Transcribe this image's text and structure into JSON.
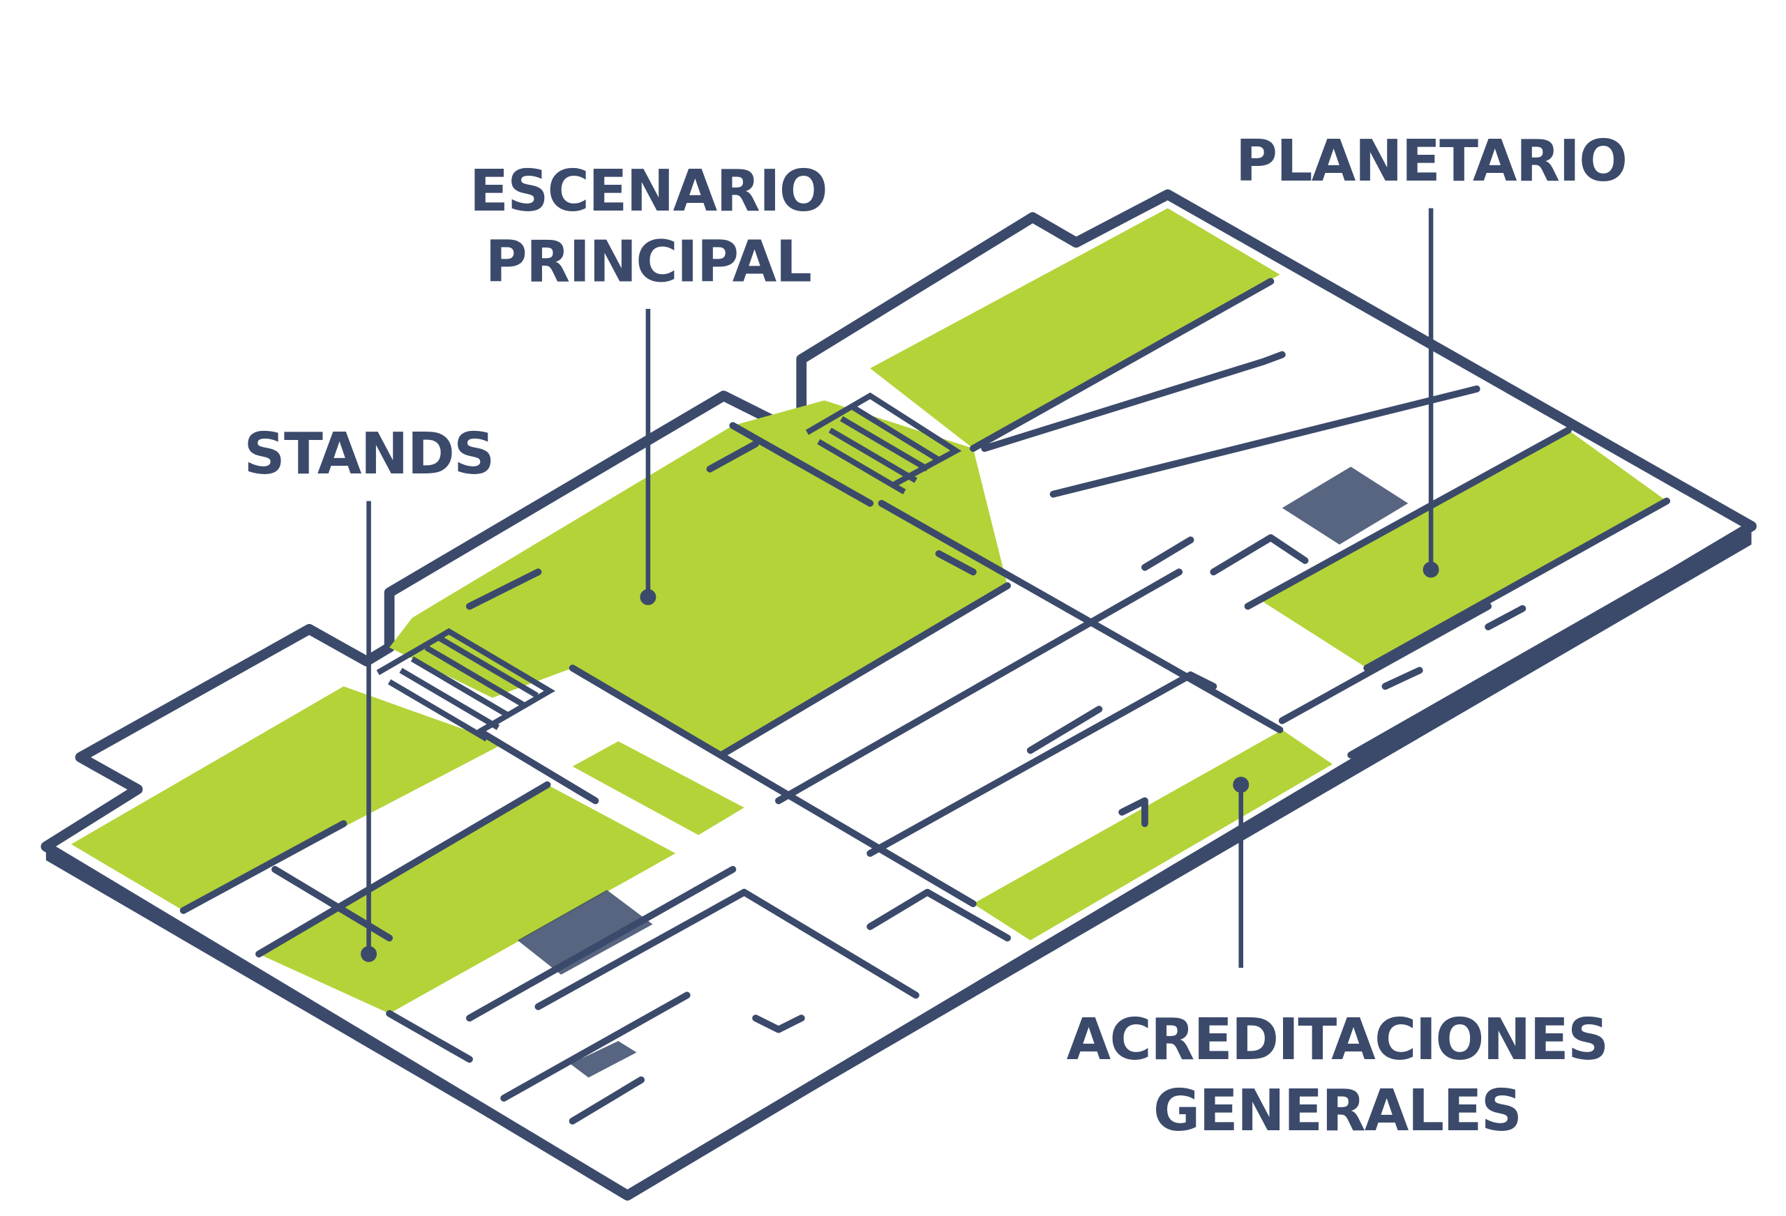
{
  "colors": {
    "outline": "#3b4a6b",
    "highlight": "#b4d339",
    "floor": "#ffffff"
  },
  "labels": {
    "escenario_line1": "ESCENARIO",
    "escenario_line2": "PRINCIPAL",
    "planetario": "PLANETARIO",
    "stands": "STANDS",
    "acreditaciones_line1": "ACREDITACIONES",
    "acreditaciones_line2": "GENERALES"
  }
}
